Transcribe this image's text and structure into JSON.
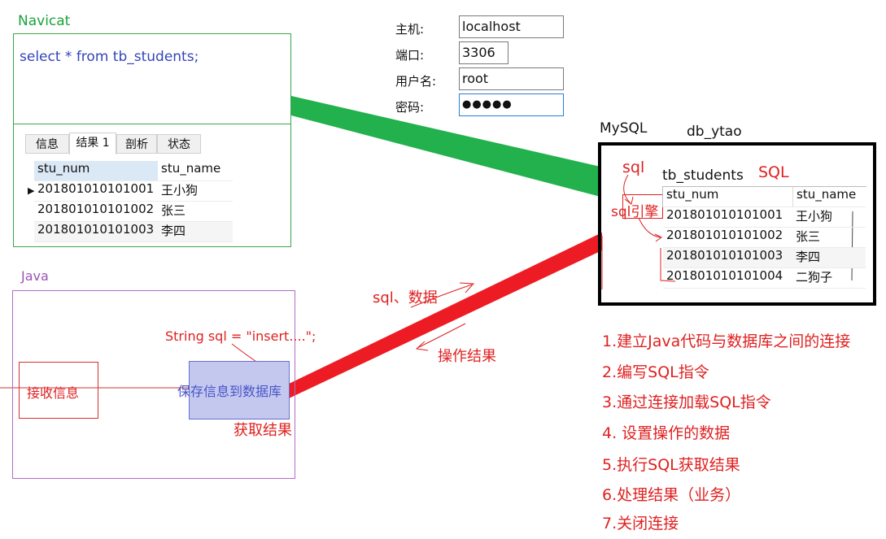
{
  "navicat": {
    "title": "Navicat",
    "query": "select * from tb_students;",
    "tabs": [
      "信息",
      "结果 1",
      "剖析",
      "状态"
    ],
    "columns": [
      "stu_num",
      "stu_name"
    ],
    "rows": [
      [
        "201801010101001",
        "王小狗"
      ],
      [
        "201801010101002",
        "张三"
      ],
      [
        "201801010101003",
        "李四"
      ]
    ]
  },
  "connection": {
    "host_label": "主机:",
    "host_value": "localhost",
    "port_label": "端口:",
    "port_value": "3306",
    "user_label": "用户名:",
    "user_value": "root",
    "password_label": "密码:",
    "password_value": "●●●●●"
  },
  "mysql": {
    "label": "MySQL",
    "db_label": "db_ytao",
    "table_label": "tb_students",
    "sql_label": "SQL",
    "sql_note": "sql",
    "engine_label": "sql引擎",
    "columns": [
      "stu_num",
      "stu_name"
    ],
    "rows": [
      [
        "201801010101001",
        "王小狗"
      ],
      [
        "201801010101002",
        "张三"
      ],
      [
        "201801010101003",
        "李四"
      ],
      [
        "201801010101004",
        "二狗子"
      ]
    ]
  },
  "java": {
    "title": "Java",
    "sql_string": "String sql = \"insert....\";",
    "receive_label": "接收信息",
    "save_label": "保存信息到数据库",
    "result_label": "获取结果"
  },
  "arrows": {
    "send_label": "sql、数据",
    "return_label": "操作结果"
  },
  "steps": [
    "1.建立Java代码与数据库之间的连接",
    "2.编写SQL指令",
    "3.通过连接加载SQL指令",
    "4. 设置操作的数据",
    "5.执行SQL获取结果",
    "6.处理结果（业务）",
    "7.关闭连接"
  ],
  "colors": {
    "navicat_green": "#38a84a",
    "java_purple": "#b06cc5",
    "connection_line_green": "#22b14c",
    "connection_line_red": "#ed1c24",
    "annotation_red": "#e02020",
    "save_box_fill": "#c4c8ef"
  }
}
